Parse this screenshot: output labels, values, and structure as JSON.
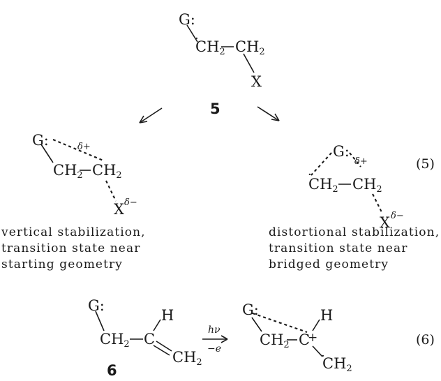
{
  "equations": {
    "eq5": "(5)",
    "eq6": "(6)"
  },
  "compound_5": {
    "number": "5",
    "G": "G:",
    "CH": "CH",
    "sub2": "2",
    "X": "X"
  },
  "left_ts": {
    "G": "G:",
    "CH": "CH",
    "sub2": "2",
    "X": "X",
    "delta_plus": "δ+",
    "delta_minus": "δ−",
    "caption_line1": "vertical stabilization,",
    "caption_line2": "transition state near",
    "caption_line3": "starting geometry"
  },
  "right_ts": {
    "G": "G:",
    "CH": "CH",
    "sub2": "2",
    "X": "X",
    "delta_plus": "δ+",
    "delta_minus": "δ−",
    "caption_line1": "distortional stabilization,",
    "caption_line2": "transition state near",
    "caption_line3": "bridged geometry"
  },
  "compound_6": {
    "number": "6",
    "G": "G:",
    "CH": "CH",
    "sub2": "2",
    "C": "C",
    "H": "H"
  },
  "reaction_6": {
    "condition_top": "hν",
    "condition_bottom": "−e",
    "product_G": "G:",
    "product_CH": "CH",
    "product_sub2": "2",
    "product_C": "C",
    "product_charge": "+",
    "product_H": "H"
  }
}
